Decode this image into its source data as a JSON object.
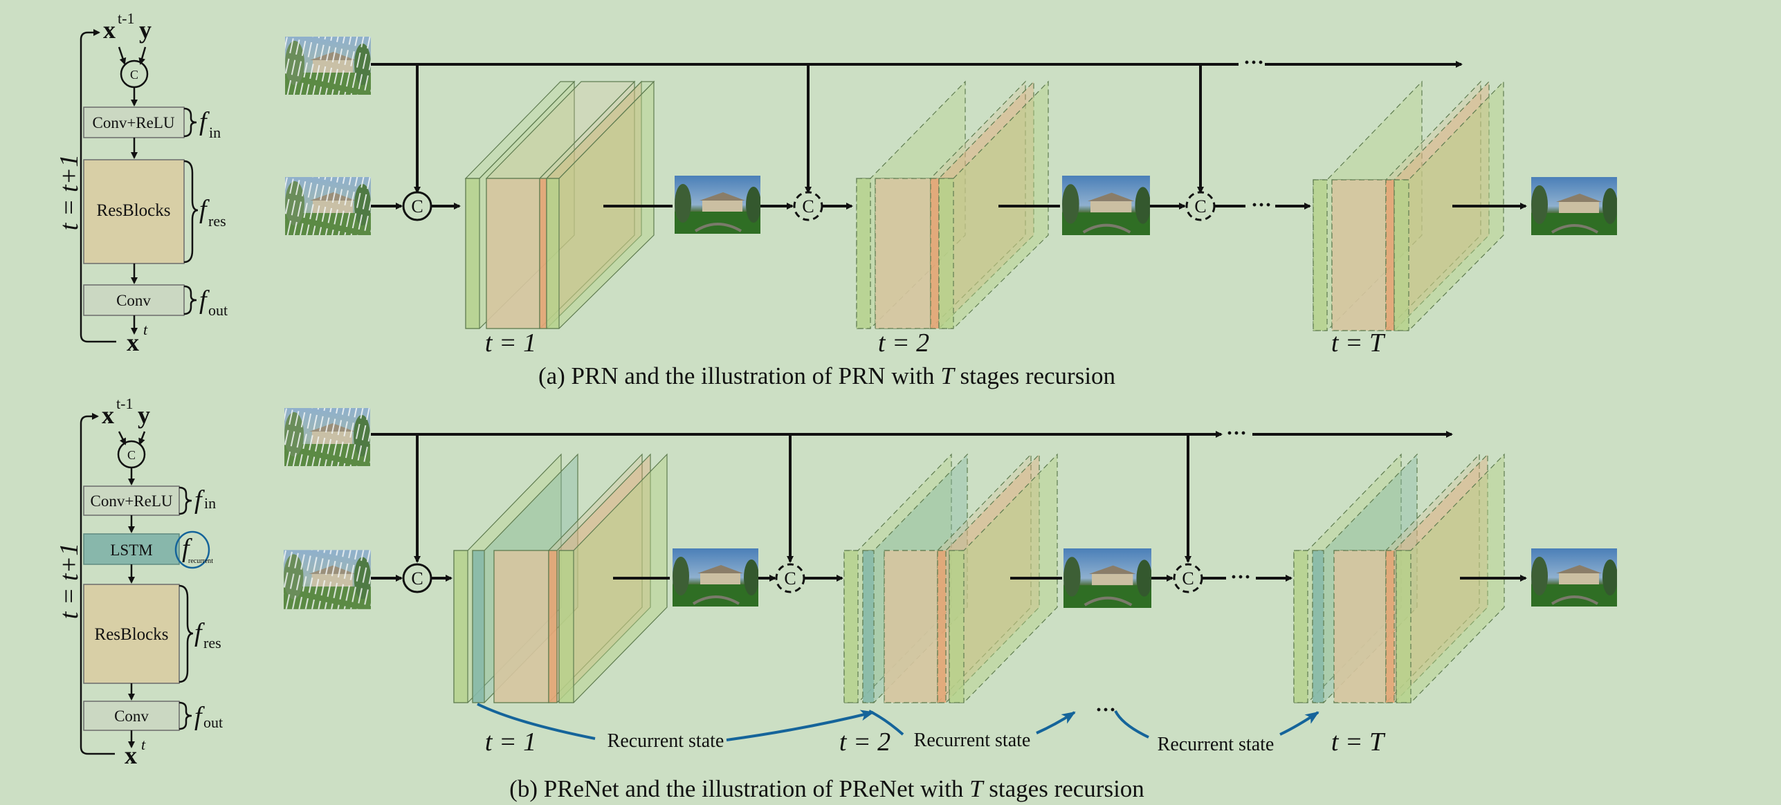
{
  "colors": {
    "background": "#ccdfc4",
    "layer_green": "#b5d28a",
    "layer_tan": "#d6c6a0",
    "layer_orange": "#e4a676",
    "layer_teal": "#86b8a8",
    "lstm_box": "#88b7ab",
    "resblock_box": "#d8cfa6",
    "conv_box": "#cbd8c2",
    "recurrent_arrow": "#15649a"
  },
  "prn_module": {
    "inputs": {
      "x": "x",
      "x_sup": "t-1",
      "y": "y"
    },
    "concat": "C",
    "blocks": {
      "conv_relu": "Conv+ReLU",
      "resblocks": "ResBlocks",
      "conv": "Conv"
    },
    "funcs": {
      "f_in": "in",
      "f_res": "res",
      "f_out": "out"
    },
    "loop": "t = t+1",
    "output": {
      "x": "x",
      "x_sup": "t"
    }
  },
  "prenet_module": {
    "inputs": {
      "x": "x",
      "x_sup": "t-1",
      "y": "y"
    },
    "concat": "C",
    "blocks": {
      "conv_relu": "Conv+ReLU",
      "lstm": "LSTM",
      "resblocks": "ResBlocks",
      "conv": "Conv"
    },
    "funcs": {
      "f_in": "in",
      "f_recurrent": "recurrent",
      "f_res": "res",
      "f_out": "out"
    },
    "loop": "t = t+1",
    "output": {
      "x": "x",
      "x_sup": "t"
    }
  },
  "panel_a": {
    "concat": "C",
    "ellipsis": "···",
    "stages": [
      "t = 1",
      "t = 2",
      "t = T"
    ],
    "caption": {
      "before": "(a) PRN and the illustration of PRN with ",
      "var": "T",
      "after": " stages recursion"
    }
  },
  "panel_b": {
    "concat": "C",
    "ellipsis": "···",
    "stages": [
      "t = 1",
      "t = 2",
      "t = T"
    ],
    "recurrent_states": [
      "Recurrent state",
      "Recurrent state",
      "Recurrent state"
    ],
    "caption": {
      "before": "(b) PReNet and the illustration of PReNet with ",
      "var": "T",
      "after": " stages recursion"
    }
  }
}
